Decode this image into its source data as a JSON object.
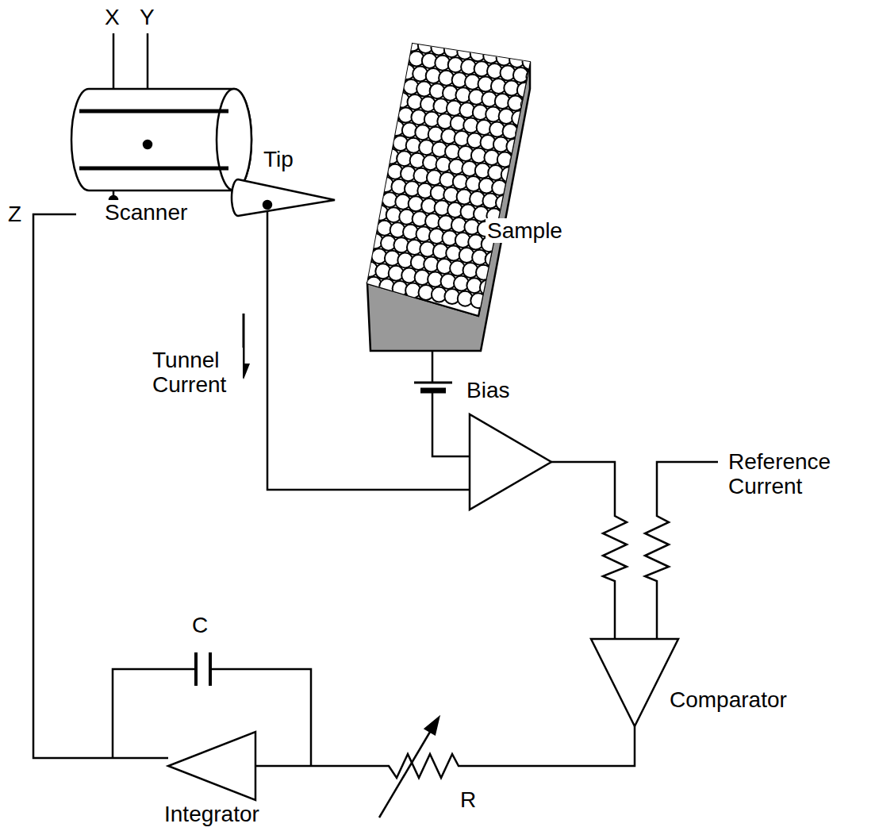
{
  "diagram": {
    "labels": [
      "X",
      "Y",
      "Z",
      "Tip",
      "Sample",
      "Scanner",
      "Tunnel Current",
      "Bias",
      "Reference Current",
      "C",
      "Comparator",
      "Integrator",
      "R"
    ]
  }
}
